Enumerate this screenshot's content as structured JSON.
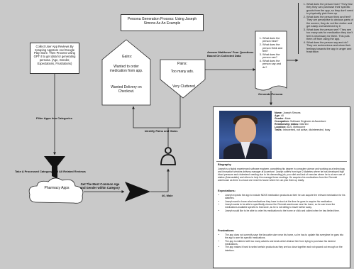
{
  "title": "Persona Generation Process: Using Joseph Simons As An Example",
  "collect_box": "Collect User App Reviews By Scraping Appstore And Google Play Store. Then Process Using GPT-3 to get data for generating persona. (Age, Gender, Expectations, Frustrations)",
  "gains": {
    "title": "Gains:",
    "items": [
      "Wanted to order medication from app.",
      "Wanted Delivery on Checkout."
    ]
  },
  "pains": {
    "title": "Pains:",
    "items": [
      "Too many ads.",
      "Very Cluttered"
    ]
  },
  "questions_label": "Answer Matthews' Four Questions Based On Collected Data",
  "four_questions": [
    "What does the person hear?",
    "What does the person think and feel?",
    "What does the person see?",
    "What does the person say and do?"
  ],
  "answers": [
    "What does the person hear? They fear they they can purchase their specific goods from the app, so they don't need to physically pick them up",
    "What does the person think and feel? They are perceptive to obvious parts of the screen, they do not like clutter and get easily overwhelmed by it",
    "What does the person see? They see too many ads for medication they don't feel is necessary for them. This puts them off from using the app.",
    "What does the person say and do? They are acrimonious and show their feelings towards the app in anger and frustration"
  ],
  "generate_label": "Generate Persona",
  "identify_label": "Identify Pains and Gains",
  "filter_label": "Filter Apps Into Categories",
  "take_label": "Take A Processed Category And All Related Reviews",
  "pharmacy_label": "Pharmacy Apps",
  "most_common_label": "Get The Most Common Age and Gender within Category",
  "age_label": "40, Male",
  "persona": {
    "fields": [
      {
        "k": "Name:",
        "v": "Joseph Simons"
      },
      {
        "k": "Age:",
        "v": "40"
      },
      {
        "k": "Gender:",
        "v": "Male"
      },
      {
        "k": "Occupation:",
        "v": "Software Engineer at Accenture"
      },
      {
        "k": "Relationship status:",
        "v": "Married"
      },
      {
        "k": "Location:",
        "v": "AUS, Melbourne"
      },
      {
        "k": "Traits:",
        "v": "Introverted, not active, disinterested, busy"
      }
    ],
    "biography_title": "Biography",
    "biography": "Joseph is a highly experienced software engineer, completing his degree in computer science and working as a technology and innovation services delivery manager at Accenture. Joseph suffers from type 2 diabetes where he has developed high blood pressure and cholesterol needing due to his demanding job, poor diet and lack of exercise where he is at over use of statins (Atorvastatin) and others to help him manage these readings. He acquires his medications from the Chemist warehouse as there is a local one near his house where he can pick them up easily.",
    "expectations_title": "Expectations:",
    "expectations": [
      "Joseph expects the app to include NDSS medication products as their he can acquire the relevant medication for his diabetes.",
      "Joseph want to know what medications they have in stock at the time he goes to acquire his medication.",
      "Joseph wants to be able to specifically choose the Chemist warehouse near his home, so he can know the medications available specific to that store, as he is not willing to travel further away.",
      "Joseph would like to be able to order his medications to the home or click and collect when he has limited time."
    ],
    "frustrations_title": "Frustrations:",
    "frustrations": [
      "The app does not currently save the favourite store near his home, so he has to update this everytime he goes into the app to see his specific medications.",
      "The app is cluttered with too many adverts and deals which distract him from trying to purchase his desired medications.",
      "The app makes it hard to select certain products as they are too close together and not spaced out enough on the interface."
    ]
  },
  "colors": {
    "background": "#c9c9c9",
    "box_fill": "#ffffff",
    "stroke": "#222222",
    "photo_bg": "#2d4680"
  },
  "icons": [
    "funnel-icon",
    "cloud-icon",
    "user-icon",
    "ray-arrow-icon"
  ]
}
